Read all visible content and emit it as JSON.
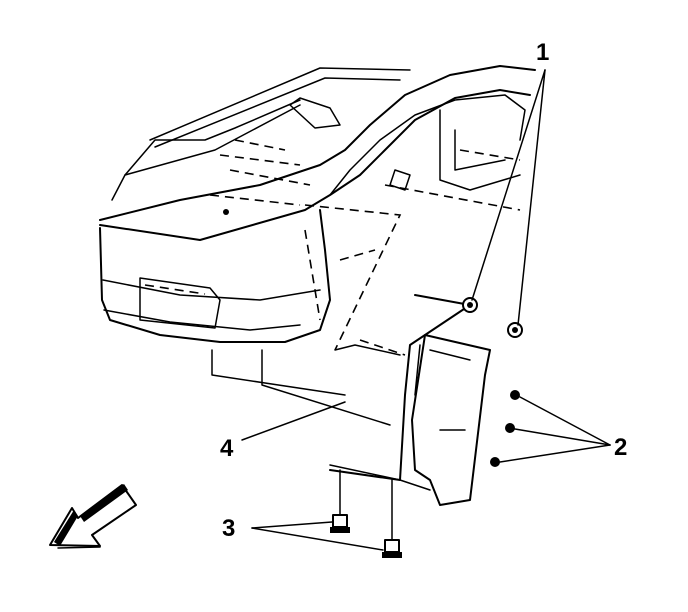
{
  "callouts": {
    "c1": "1",
    "c2": "2",
    "c3": "3",
    "c4": "4"
  },
  "icons": {
    "direction_arrow": "front-direction-arrow-icon"
  },
  "colors": {
    "line": "#000000",
    "background": "#ffffff"
  }
}
